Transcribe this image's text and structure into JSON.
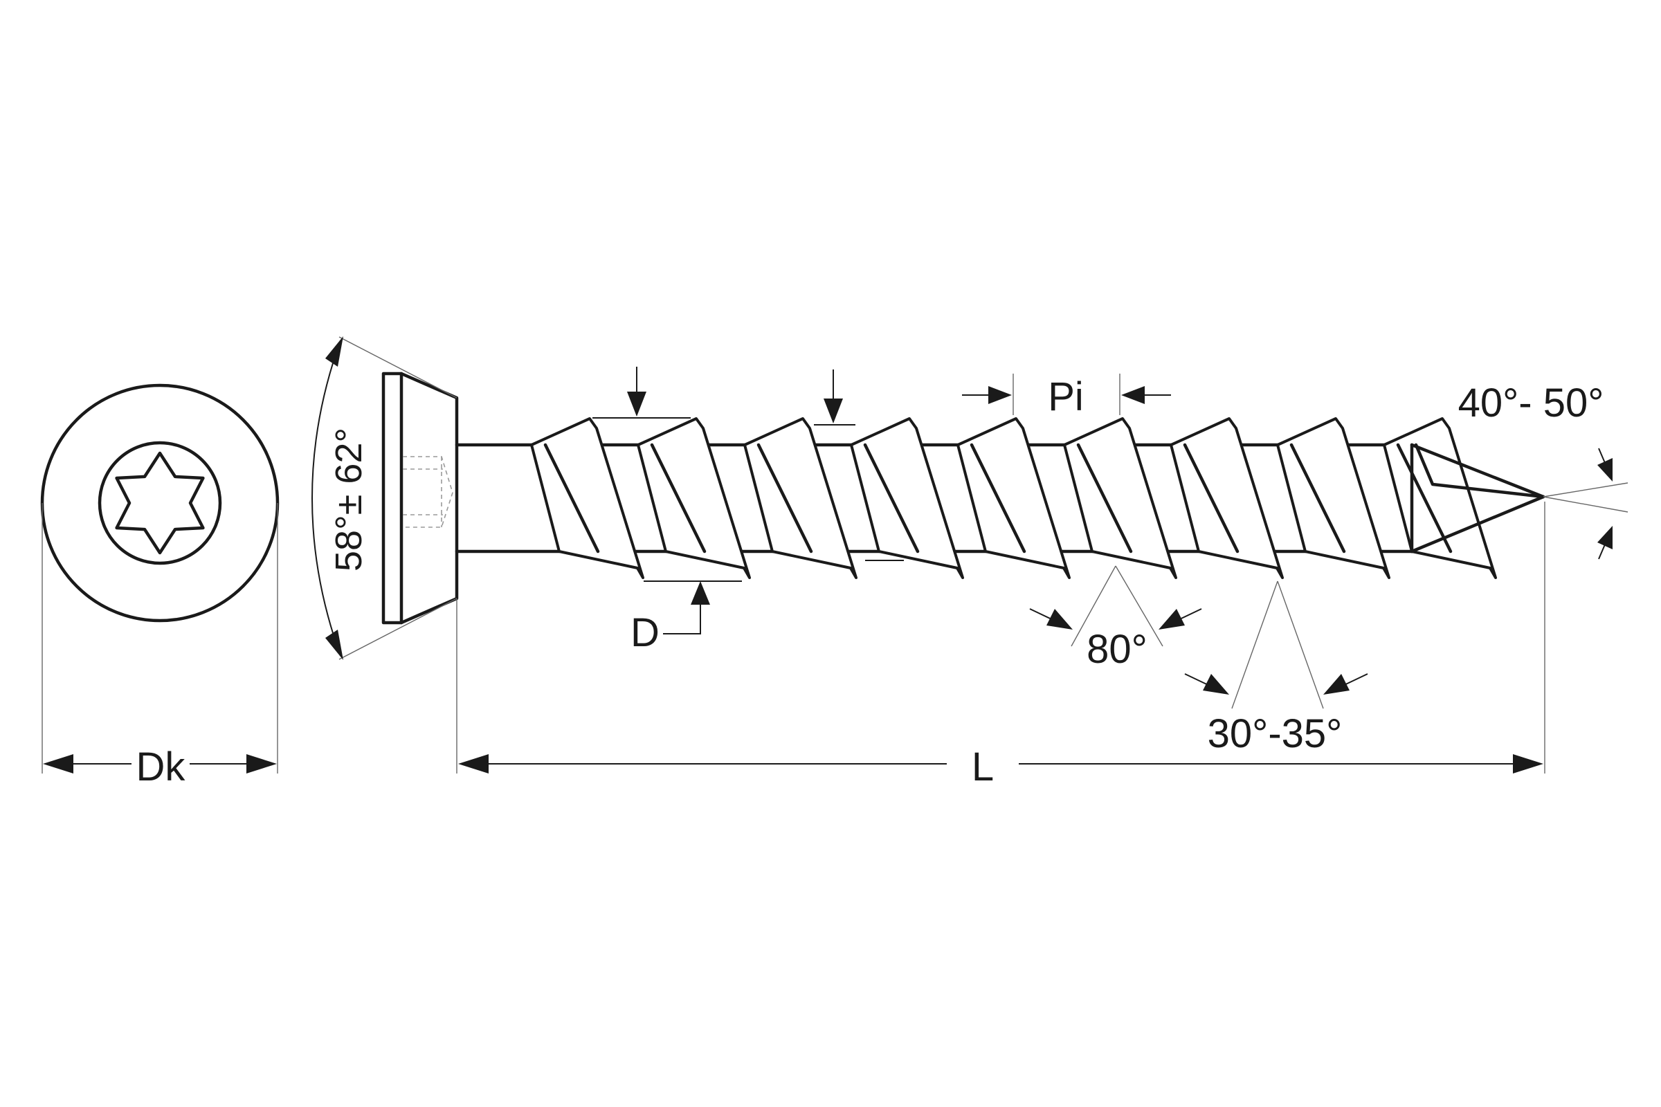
{
  "labels": {
    "head_diameter": "Dk",
    "length": "L",
    "diameter": "D",
    "pitch": "Pi",
    "head_angle": "58°± 62°",
    "point_angle": "40°- 50°",
    "thread_angle": "80°",
    "undercut_angle": "30°-35°"
  },
  "colors": {
    "line": "#1a1a1a",
    "background": "#ffffff"
  },
  "icons": {
    "drive": "torx-star-icon"
  }
}
